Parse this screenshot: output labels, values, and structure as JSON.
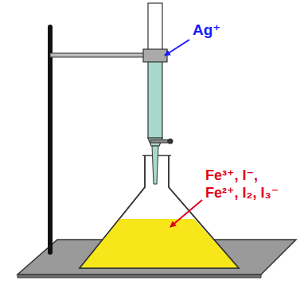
{
  "diagram": {
    "labels": [
      "Ag⁺",
      "Fe³⁺, I⁻,",
      "Fe²⁺, I₂, I₃⁻"
    ]
  }
}
